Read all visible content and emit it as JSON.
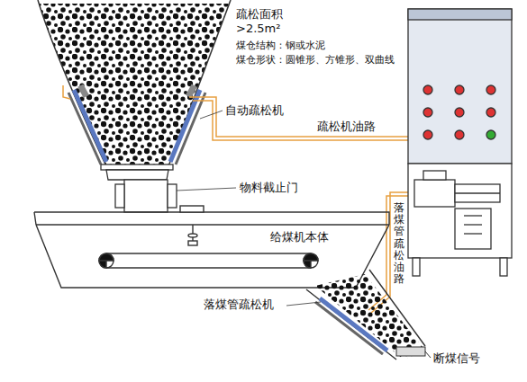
{
  "diagram": {
    "labels": [
      "疏松面积 >2.5m²",
      "煤仓结构：钢或水泥",
      "煤仓形状：圆锥形、方锥形、双曲线",
      "自动疏松机",
      "疏松机油路",
      "物料截止门",
      "给煤机本体",
      "落煤管疏松油路",
      "落煤管疏松机",
      "断煤信号"
    ]
  }
}
